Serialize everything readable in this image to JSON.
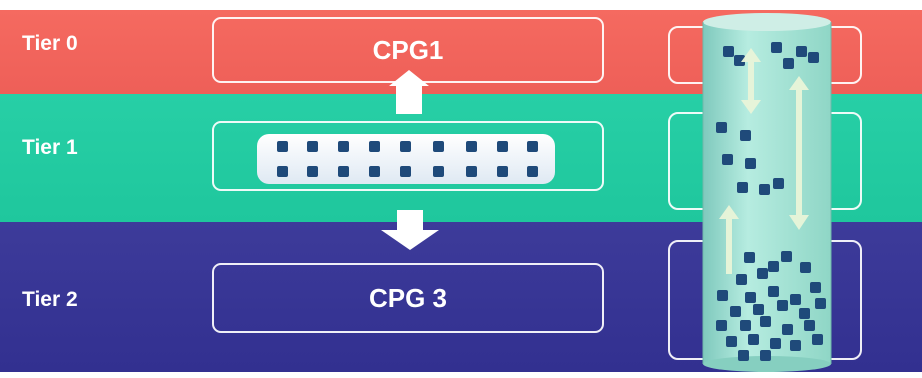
{
  "tiers": [
    {
      "label": "Tier 0",
      "color": "#f0645b"
    },
    {
      "label": "Tier 1",
      "color": "#22cba2"
    },
    {
      "label": "Tier 2",
      "color": "#383696"
    }
  ],
  "cpg_boxes": {
    "tier0": "CPG1",
    "tier1": "",
    "tier2": "CPG 3"
  },
  "colors": {
    "block": "#1f4a7a",
    "cylinder": "#a9e6d6",
    "arrow": "#ffffff"
  }
}
